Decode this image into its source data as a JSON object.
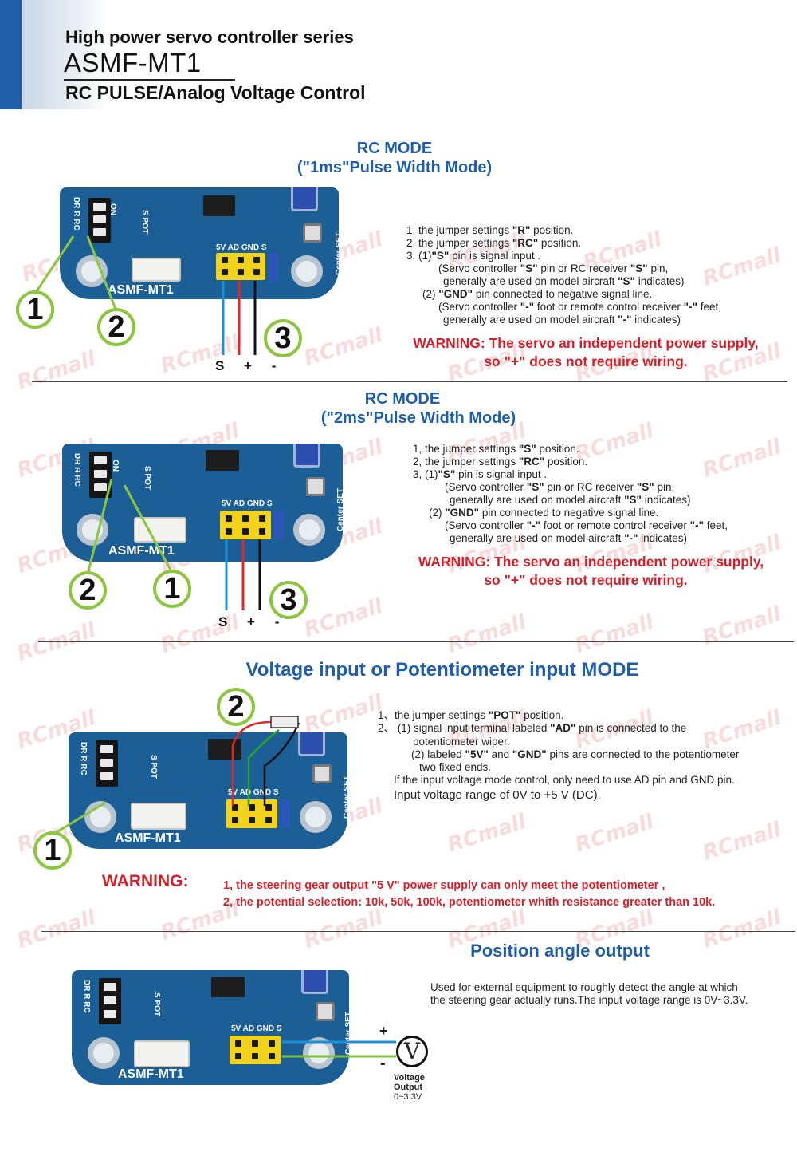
{
  "header": {
    "series": "High power servo controller series",
    "model": "ASMF-MT1",
    "subtitle": "RC PULSE/Analog Voltage Control"
  },
  "board": {
    "label": "ASMF-MT1",
    "dip_labels": "DR R RC",
    "on": "ON",
    "s_pot": "S POT",
    "pins": "5V AD GND S",
    "center_set": "Center SET",
    "wire_marks": "S + -"
  },
  "section1": {
    "title": "RC MODE",
    "subtitle": "(\"1ms\"Pulse Width Mode)",
    "steps": [
      [
        "1, the jumper settings ",
        "\"R\"",
        " position."
      ],
      [
        "2, the jumper settings ",
        "\"RC\"",
        " position."
      ],
      [
        "3, (1)",
        "\"S\"",
        " pin is signal input ."
      ],
      [
        "(Servo controller ",
        "\"S\"",
        " pin or RC receiver ",
        "\"S\"",
        " pin,"
      ],
      [
        "generally are used on model aircraft ",
        "\"S\"",
        " indicates)"
      ],
      [
        "(2) ",
        "\"GND\"",
        " pin connected to negative signal line."
      ],
      [
        "(Servo controller ",
        "\"-\"",
        " foot or remote control receiver ",
        "\"-\"",
        " feet,"
      ],
      [
        "generally are used on model aircraft ",
        "\"-\"",
        " indicates)"
      ]
    ],
    "warning_line1": "WARNING: The servo an independent power supply,",
    "warning_line2": "so \"+\" does not require wiring.",
    "badges": [
      "1",
      "2",
      "3"
    ]
  },
  "section2": {
    "title": "RC MODE",
    "subtitle": "(\"2ms\"Pulse Width Mode)",
    "steps": [
      [
        "1, the jumper settings ",
        "\"S\"",
        " position."
      ],
      [
        "2, the jumper settings ",
        "\"RC\"",
        " position."
      ],
      [
        "3, (1)",
        "\"S\"",
        " pin is signal input ."
      ],
      [
        "(Servo controller ",
        "\"S\"",
        " pin or RC receiver ",
        "\"S\"",
        " pin,"
      ],
      [
        "generally are used on model aircraft ",
        "\"S\"",
        " indicates)"
      ],
      [
        "(2) ",
        "\"GND\"",
        " pin connected to negative signal line."
      ],
      [
        "(Servo controller ",
        "\"-\"",
        " foot or remote control receiver ",
        "\"-\"",
        " feet,"
      ],
      [
        "generally are used on model aircraft ",
        "\"-\"",
        " indicates)"
      ]
    ],
    "warning_line1": "WARNING: The servo an independent power supply,",
    "warning_line2": "so \"+\" does not require wiring.",
    "badges": [
      "2",
      "1",
      "3"
    ]
  },
  "section3": {
    "title": "Voltage input or Potentiometer input MODE",
    "steps": [
      [
        "1、the jumper settings ",
        "\"POT\"",
        " position."
      ],
      [
        "2、  (1) signal input terminal labeled ",
        "\"AD\"",
        " pin is connected to the"
      ],
      [
        "potentiometer wiper."
      ],
      [
        "(2) labeled ",
        "\"5V\"",
        " and ",
        "\"GND\"",
        " pins are connected to the potentiometer"
      ],
      [
        "two fixed ends."
      ],
      [
        "If the input voltage mode control, only need to use AD pin and GND pin."
      ],
      [
        "Input voltage range of 0V to +5 V (DC)."
      ]
    ],
    "warning_label": "WARNING:",
    "warning_items": [
      "1, the steering gear output \"5 V\" power supply can only meet the potentiometer ,",
      "2, the potential selection: 10k, 50k, 100k, potentiometer whith resistance greater than 10k."
    ],
    "badges": [
      "2",
      "1"
    ]
  },
  "section4": {
    "title": "Position angle output",
    "text_line1": "Used for external equipment to roughly detect the angle at which",
    "text_line2": "the steering gear actually runs.The input voltage range is 0V~3.3V.",
    "plus": "+",
    "minus": "-",
    "meter_symbol": "V",
    "meter_label1": "Voltage",
    "meter_label2": "Output",
    "meter_label3": "0~3.3V"
  },
  "watermark": "RCmall",
  "colors": {
    "accent_blue": "#1f5ea8",
    "warning_red": "#d4202a",
    "board_blue": "#1b5f96",
    "header_yellow": "#f3d21c",
    "badge_green": "#8cc63f"
  }
}
